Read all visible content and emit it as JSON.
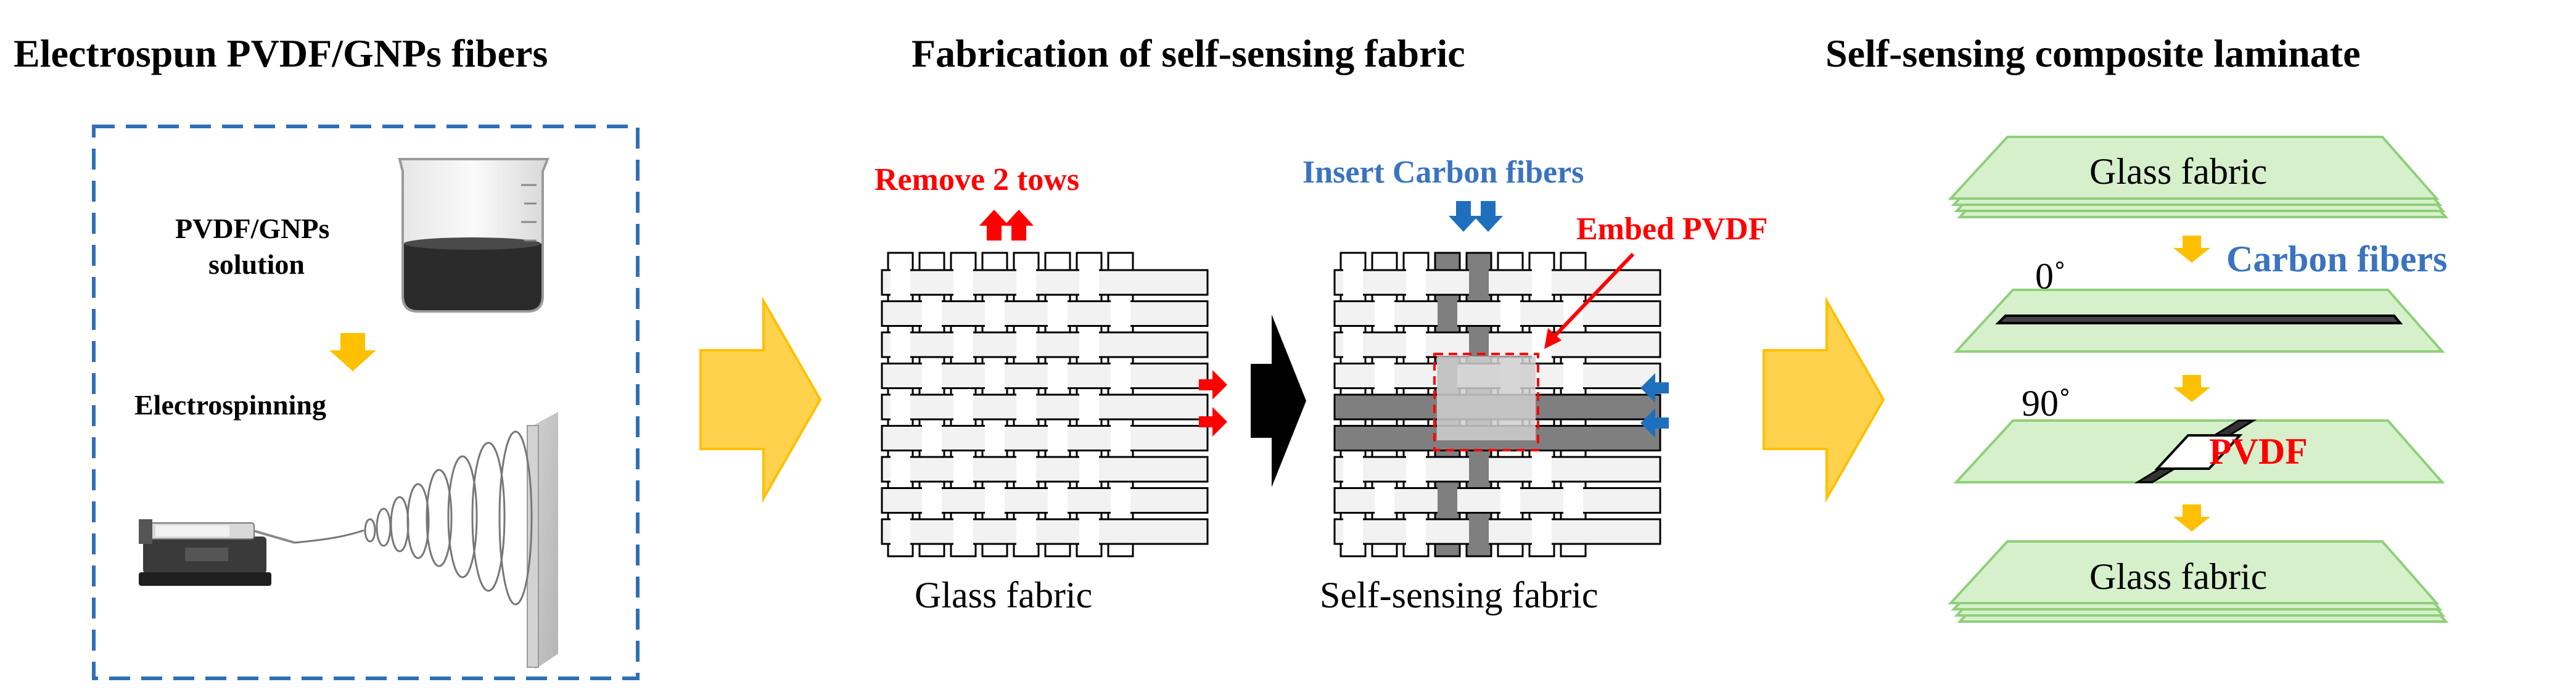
{
  "titles": {
    "left": "Electrospun PVDF/GNPs fibers",
    "middle": "Fabrication of self-sensing fabric",
    "right": "Self-sensing composite laminate"
  },
  "panel1": {
    "solution_line1": "PVDF/GNPs",
    "solution_line2": "solution",
    "process": "Electrospinning"
  },
  "panel2": {
    "remove_label": "Remove 2 tows",
    "glass_caption": "Glass fabric",
    "insert_label": "Insert Carbon fibers",
    "embed_label": "Embed PVDF",
    "self_caption": "Self-sensing fabric"
  },
  "panel3": {
    "top_fabric": "Glass fabric",
    "angle_0": "0˚",
    "carbon_label": "Carbon fibers",
    "angle_90": "90˚",
    "pvdf_label": "PVDF",
    "bottom_fabric": "Glass fabric"
  },
  "colors": {
    "red": "#ff0000",
    "blue": "#3a73c0",
    "yellow_arrow": "#ffc000",
    "yellow_fill": "#ffd24d",
    "green_fill": "#d7f0cc",
    "green_stroke": "#8fd07a",
    "dashed_box": "#2f6fb8"
  },
  "icons": [
    "beaker-icon",
    "syringe-pump-icon",
    "collector-plate-icon",
    "fiber-spiral-icon"
  ]
}
